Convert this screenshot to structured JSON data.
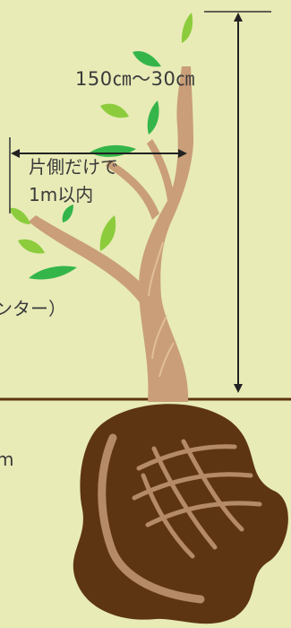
{
  "labels": {
    "height_range": "150㎝〜30㎝",
    "spread_line1": "片側だけで",
    "spread_line2": "1m以内",
    "cropped_center_text": "ンター）",
    "cropped_unit_text": "m"
  },
  "icons": {
    "tree": "tree-icon",
    "root_ball": "root-ball-icon",
    "leaf": "leaf-icon",
    "arrow": "double-arrow-icon"
  },
  "colors": {
    "background": "#e8ebb6",
    "trunk": "#c99e78",
    "trunk_highlight": "#e0bf9a",
    "leaf_light": "#8ccc3c",
    "leaf_dark": "#34b54a",
    "soil": "#5e3512",
    "root": "#b58a67",
    "ground_line": "#5e3512",
    "text": "#3a3a3a"
  }
}
